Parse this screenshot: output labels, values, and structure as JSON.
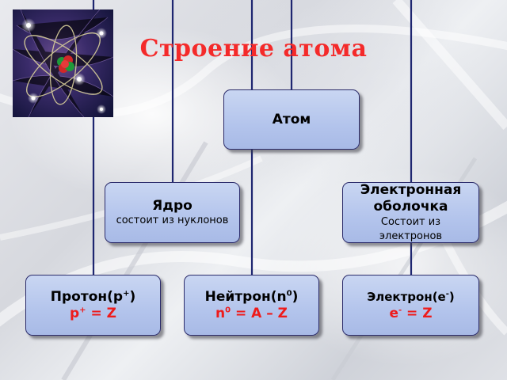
{
  "title": "Строение атома",
  "atom": {
    "label": "Атом"
  },
  "nucleus": {
    "label": "Ядро",
    "sub": "состоит из нуклонов"
  },
  "shell": {
    "label_line1": "Электронная",
    "label_line2": "оболочка",
    "sub_line1": "Состоит из",
    "sub_line2": "электронов"
  },
  "proton": {
    "name": "Протон(р",
    "name_sup": "+",
    "name_end": ")",
    "eq_sym": "р",
    "eq_sup": "+",
    "eq_rest": " = Z"
  },
  "neutron": {
    "name": "Нейтрон(n",
    "name_sup": "0",
    "name_end": ")",
    "eq_sym": "n",
    "eq_sup": "0",
    "eq_rest": " = A – Z"
  },
  "electron": {
    "name": "Электрон(е",
    "name_sup": "-",
    "name_end": ")",
    "eq_sym": "е",
    "eq_sup": "-",
    "eq_rest": " = Z"
  },
  "colors": {
    "title": "#f42a2a",
    "box_fill": "#b3c4ec",
    "box_border": "#2b2b6a",
    "connector": "#1e2670",
    "equation": "#ee1b1b"
  }
}
